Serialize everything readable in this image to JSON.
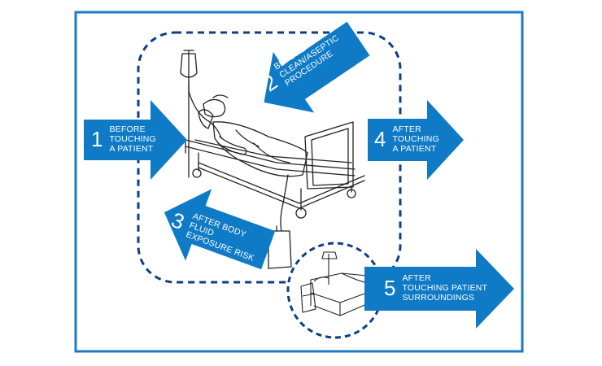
{
  "colors": {
    "frame": "#1b7bc4",
    "arrow": "#0f7ac6",
    "dashed": "#0c3f86",
    "line_art": "#222222"
  },
  "moments": [
    {
      "number": "1",
      "lines": [
        "BEFORE",
        "TOUCHING",
        "A PATIENT"
      ]
    },
    {
      "number": "2",
      "lines": [
        "BEFORE",
        "CLEAN/ASEPTIC",
        "PROCEDURE"
      ]
    },
    {
      "number": "3",
      "lines": [
        "AFTER BODY",
        "FLUID",
        "EXPOSURE RISK"
      ]
    },
    {
      "number": "4",
      "lines": [
        "AFTER",
        "TOUCHING",
        "A PATIENT"
      ]
    },
    {
      "number": "5",
      "lines": [
        "AFTER",
        "TOUCHING PATIENT",
        "SURROUNDINGS"
      ]
    }
  ]
}
